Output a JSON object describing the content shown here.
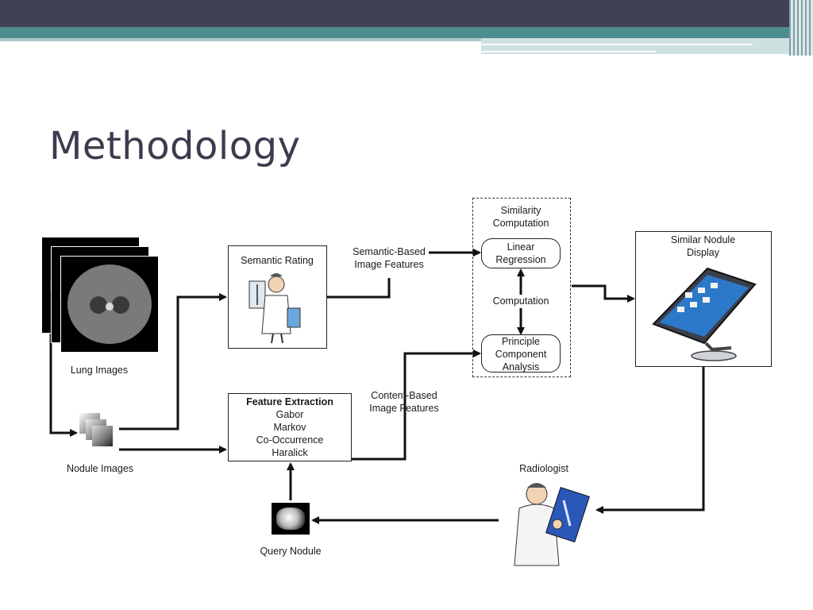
{
  "slide": {
    "title": "Methodology"
  },
  "diagram": {
    "lung_images_label": "Lung Images",
    "nodule_images_label": "Nodule Images",
    "semantic_rating_label": "Semantic Rating",
    "semantic_features_label_1": "Semantic-Based",
    "semantic_features_label_2": "Image Features",
    "content_features_label_1": "Content-Based",
    "content_features_label_2": "Image Features",
    "feature_extraction": {
      "title": "Feature Extraction",
      "items": [
        "Gabor",
        "Markov",
        "Co-Occurrence",
        "Haralick"
      ]
    },
    "similarity_computation_1": "Similarity",
    "similarity_computation_2": "Computation",
    "linear_regression_1": "Linear",
    "linear_regression_2": "Regression",
    "computation_label": "Computation",
    "pca_1": "Principle",
    "pca_2": "Component",
    "pca_3": "Analysis",
    "similar_display_1": "Similar Nodule",
    "similar_display_2": "Display",
    "radiologist_label": "Radiologist",
    "query_nodule_label": "Query Nodule"
  },
  "colors": {
    "header_dark": "#3f4152",
    "header_teal": "#4e8d8d",
    "title_text": "#3b3c4e"
  }
}
